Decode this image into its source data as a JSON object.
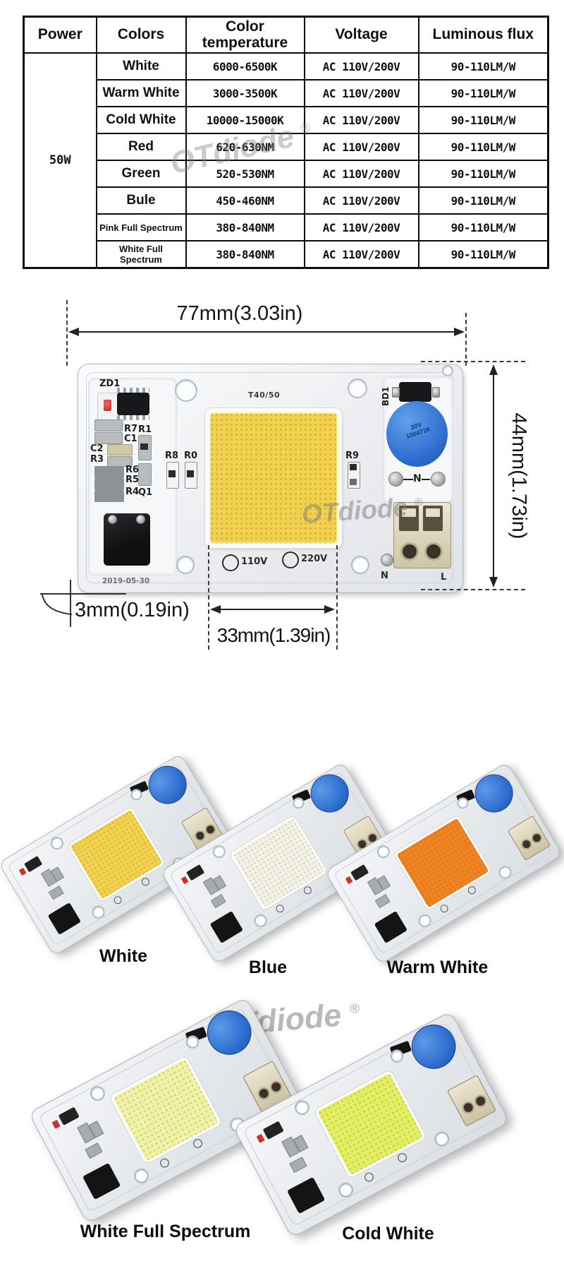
{
  "brand": {
    "name": "OTdiode",
    "reg": "®"
  },
  "spec_table": {
    "headers": {
      "power": "Power",
      "colors": "Colors",
      "color_temperature": "Color temperature",
      "voltage": "Voltage",
      "luminous_flux": "Luminous flux"
    },
    "power_value": "50W",
    "rows": [
      {
        "color": "White",
        "temperature": "6000-6500K",
        "voltage": "AC 110V/200V",
        "flux": "90-110LM/W"
      },
      {
        "color": "Warm White",
        "temperature": "3000-3500K",
        "voltage": "AC 110V/200V",
        "flux": "90-110LM/W"
      },
      {
        "color": "Cold White",
        "temperature": "10000-15000K",
        "voltage": "AC 110V/200V",
        "flux": "90-110LM/W"
      },
      {
        "color": "Red",
        "temperature": "620-630NM",
        "voltage": "AC 110V/200V",
        "flux": "90-110LM/W"
      },
      {
        "color": "Green",
        "temperature": "520-530NM",
        "voltage": "AC 110V/200V",
        "flux": "90-110LM/W"
      },
      {
        "color": "Bule",
        "temperature": "450-460NM",
        "voltage": "AC 110V/200V",
        "flux": "90-110LM/W"
      },
      {
        "color": "Pink Full Spectrum",
        "temperature": "380-840NM",
        "voltage": "AC 110V/200V",
        "flux": "90-110LM/W"
      },
      {
        "color": "White Full Spectrum",
        "temperature": "380-840NM",
        "voltage": "AC 110V/200V",
        "flux": "90-110LM/W"
      }
    ]
  },
  "diagram": {
    "dim_width": "77mm(3.03in)",
    "dim_height": "44mm(1.73in)",
    "dim_edge": "3mm(0.19in)",
    "dim_led": "33mm(1.39in)",
    "board_model": "T40/50",
    "date_code": "2019-05-30",
    "varistor_line1": "20V",
    "varistor_line2": "100471K",
    "labels": {
      "zd1": "ZD1",
      "r7": "R7",
      "c1": "C1",
      "c2": "C2",
      "r3": "R3",
      "r6": "R6",
      "r5": "R5",
      "r4": "R4",
      "q1": "Q1",
      "r1": "R1",
      "r8": "R8",
      "r0": "R0",
      "r9": "R9",
      "bd1": "BD1",
      "v110": "110V",
      "v220": "220V",
      "n": "N",
      "l": "L"
    }
  },
  "products": [
    {
      "label": "White",
      "chip_color": "#f2d14f"
    },
    {
      "label": "Blue",
      "chip_color": "#f3f1e6"
    },
    {
      "label": "Warm White",
      "chip_color": "#f08221"
    },
    {
      "label": "White Full Spectrum",
      "chip_color": "#f1f3a4"
    },
    {
      "label": "Cold White",
      "chip_color": "#e4ee62"
    }
  ]
}
